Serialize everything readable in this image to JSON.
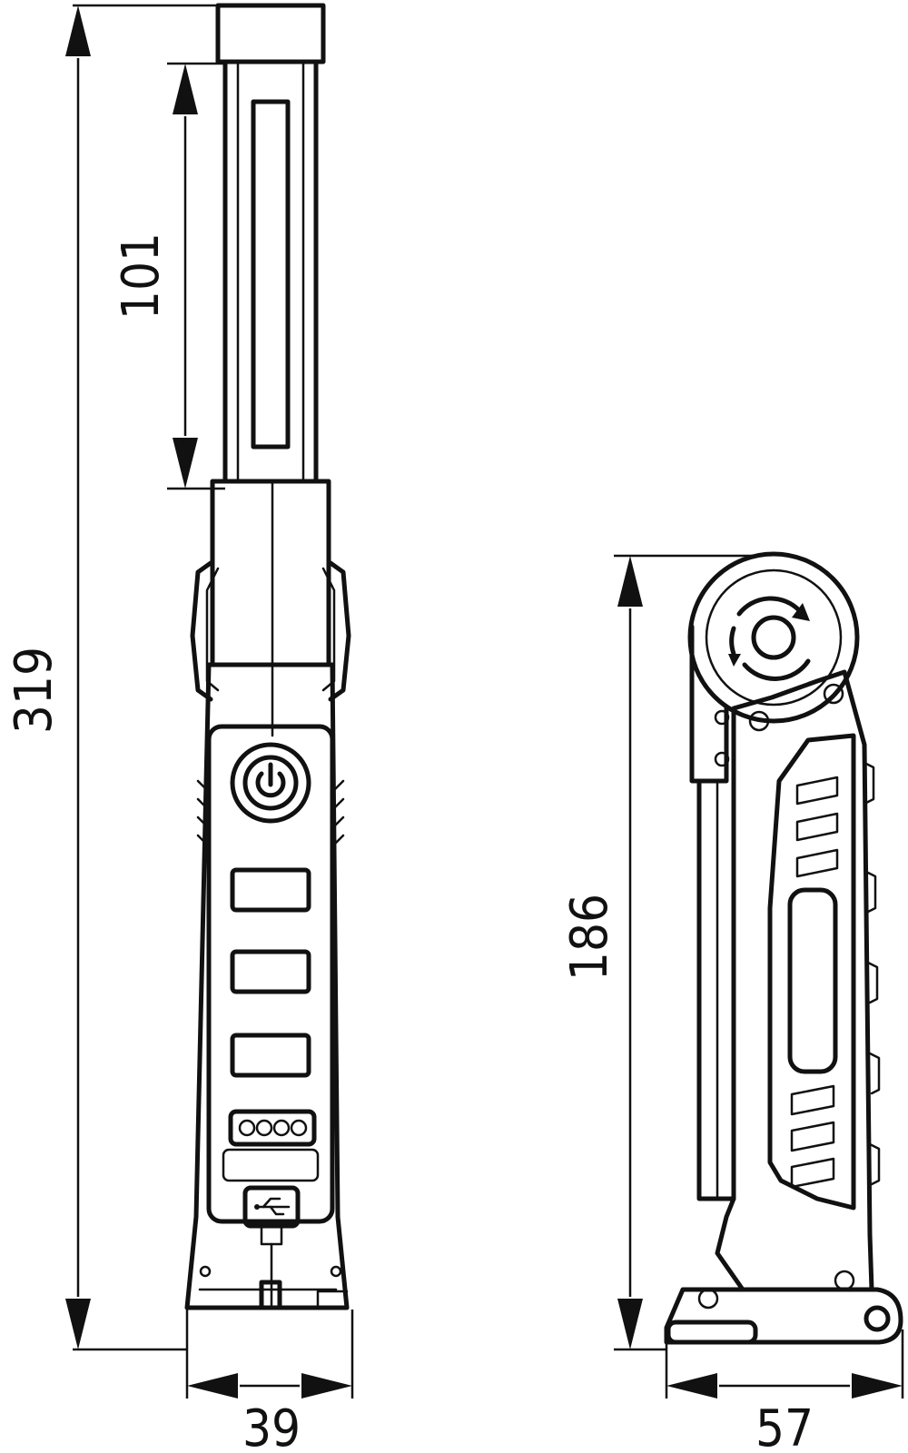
{
  "dimensions": {
    "overall_height": "319",
    "light_bar_length": "101",
    "front_width": "39",
    "folded_height": "186",
    "side_depth": "57"
  },
  "colors": {
    "line": "#111111",
    "background": "#ffffff"
  },
  "icons": {
    "power": "power-icon",
    "usb": "usb-icon",
    "rotate": "rotate-arrows-icon"
  }
}
